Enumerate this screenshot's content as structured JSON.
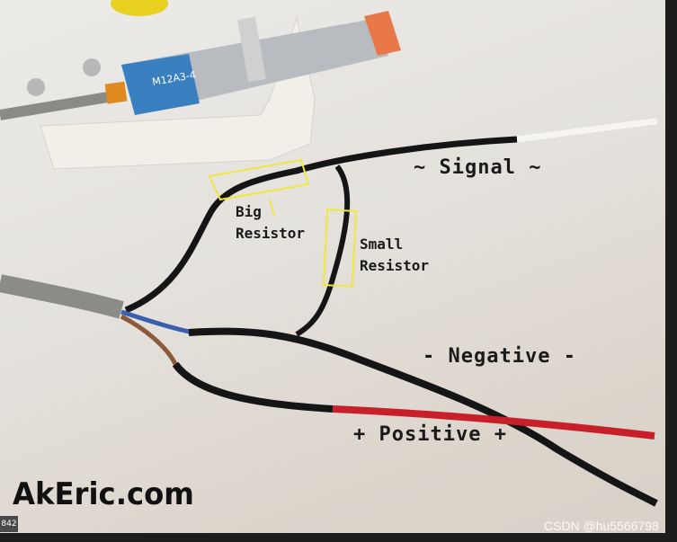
{
  "photo": {
    "labels": {
      "signal": "~ Signal ~",
      "big_resistor": [
        "Big",
        "Resistor"
      ],
      "small_resistor": [
        "Small",
        "Resistor"
      ],
      "negative": "- Negative -",
      "positive": "+ Positive +"
    },
    "sensor_label": "M12A3-4",
    "brand": "AkEric.com"
  },
  "overlay": {
    "badge": "842",
    "watermark": "CSDN @hu5566798"
  },
  "colors": {
    "highlight": "#f2e640",
    "red_wire": "#c8202a",
    "sensor_tip": "#e8784a"
  }
}
